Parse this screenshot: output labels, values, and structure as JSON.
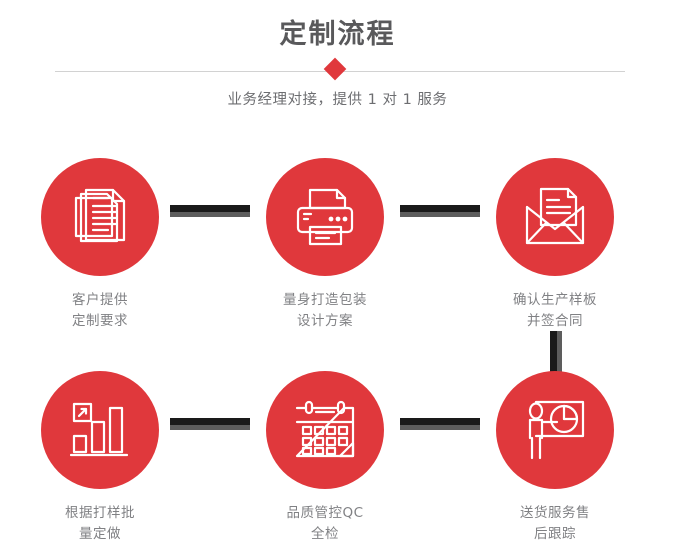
{
  "header": {
    "title": "定制流程",
    "subtitle": "业务经理对接，提供 1 对 1 服务",
    "accent_color": "#e0383c",
    "title_color": "#59595b",
    "divider_color": "#d2d2d2"
  },
  "flow": {
    "circle_color": "#e0383c",
    "label_color": "#808184",
    "connector_color": "#1a1a1a",
    "connector_shadow_color": "#5d5d5d",
    "steps": [
      {
        "id": 1,
        "icon": "documents-stack-icon",
        "label": "客户提供\n定制要求"
      },
      {
        "id": 2,
        "icon": "printer-icon",
        "label": "量身打造包装\n设计方案"
      },
      {
        "id": 3,
        "icon": "envelope-document-icon",
        "label": "确认生产样板\n并签合同"
      },
      {
        "id": 4,
        "icon": "bar-chart-growth-icon",
        "label": "根据打样批\n量定做"
      },
      {
        "id": 5,
        "icon": "calendar-check-icon",
        "label": "品质管控QC\n全检"
      },
      {
        "id": 6,
        "icon": "presenter-pie-chart-icon",
        "label": "送货服务售\n后跟踪"
      }
    ]
  }
}
